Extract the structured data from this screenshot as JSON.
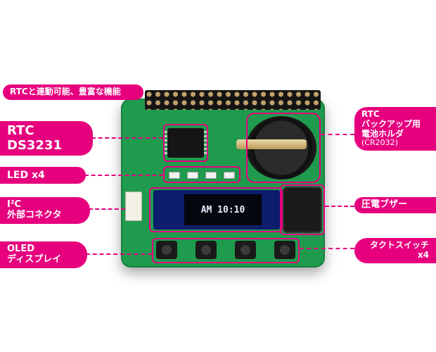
{
  "board": {
    "oled_text": "AM 10:10"
  },
  "labels": {
    "top": "RTCと連動可能、豊富な機能",
    "rtc": [
      "RTC",
      "DS3231"
    ],
    "led": "LED x4",
    "i2c": [
      "I²C",
      "外部コネクタ"
    ],
    "oled": [
      "OLED",
      "ディスプレイ"
    ],
    "battery": [
      "RTC",
      "バックアップ用",
      "電池ホルダ"
    ],
    "battery_sub": "(CR2032)",
    "buzzer": "圧電ブザー",
    "switch": [
      "タクトスイッチ",
      "x4"
    ]
  },
  "colors": {
    "accent": "#e6007e",
    "pcb": "#1f9b4e"
  }
}
